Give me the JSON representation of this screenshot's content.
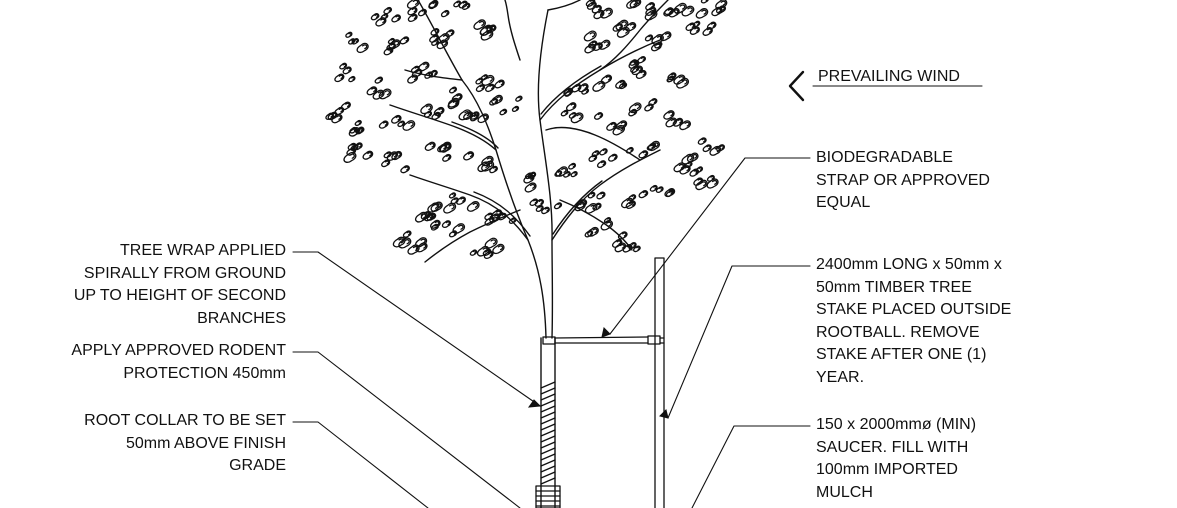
{
  "wind_label": "PREVAILING WIND",
  "left_notes": [
    {
      "id": "tree-wrap",
      "lines": [
        "TREE WRAP APPLIED",
        "SPIRALLY FROM GROUND",
        "UP TO HEIGHT OF SECOND",
        "BRANCHES"
      ]
    },
    {
      "id": "rodent-protection",
      "lines": [
        "APPLY APPROVED RODENT",
        "PROTECTION 450mm"
      ]
    },
    {
      "id": "root-collar",
      "lines": [
        "ROOT COLLAR TO BE SET",
        "50mm ABOVE FINISH",
        "GRADE"
      ]
    }
  ],
  "right_notes": [
    {
      "id": "strap",
      "lines": [
        "BIODEGRADABLE",
        "STRAP OR APPROVED",
        "EQUAL"
      ]
    },
    {
      "id": "stake",
      "lines": [
        "2400mm LONG x 50mm x",
        "50mm TIMBER TREE",
        "STAKE PLACED OUTSIDE",
        "ROOTBALL. REMOVE",
        "STAKE AFTER ONE (1)",
        "YEAR."
      ]
    },
    {
      "id": "saucer",
      "lines": [
        "150 x 2000mmø (MIN)",
        "SAUCER. FILL WITH",
        "100mm IMPORTED",
        "MULCH"
      ]
    }
  ]
}
